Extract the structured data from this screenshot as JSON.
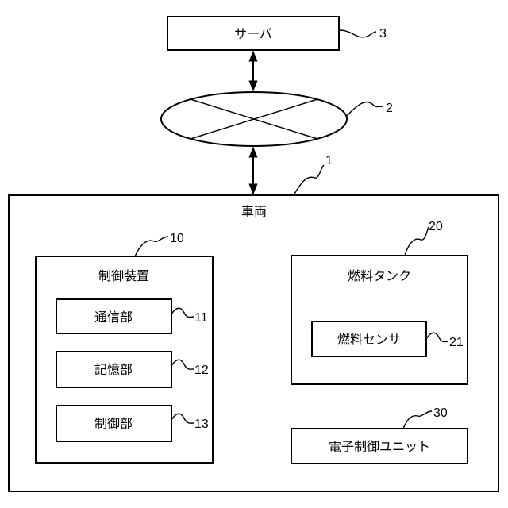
{
  "server": {
    "label": "サーバ",
    "ref": "3"
  },
  "network": {
    "ref": "2"
  },
  "vehicle": {
    "label": "車両",
    "ref": "1"
  },
  "control_device": {
    "label": "制御装置",
    "ref": "10",
    "units": [
      {
        "label": "通信部",
        "ref": "11"
      },
      {
        "label": "記憶部",
        "ref": "12"
      },
      {
        "label": "制御部",
        "ref": "13"
      }
    ]
  },
  "fuel_tank": {
    "label": "燃料タンク",
    "ref": "20"
  },
  "fuel_sensor": {
    "label": "燃料センサ",
    "ref": "21"
  },
  "ecu": {
    "label": "電子制御ユニット",
    "ref": "30"
  }
}
